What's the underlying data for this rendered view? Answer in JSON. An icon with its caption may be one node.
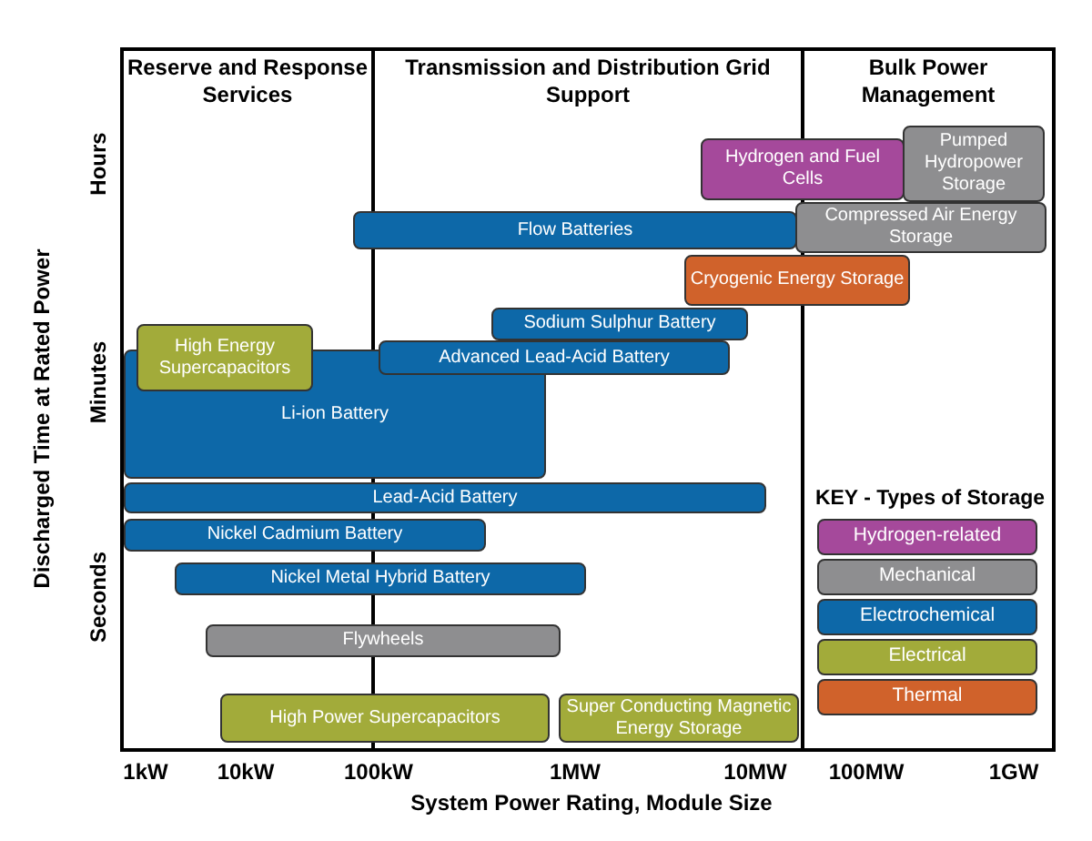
{
  "diagram": {
    "nodes": [
      {
        "text": [
          "Hydrogen and Fuel Cells"
        ]
      },
      {
        "text": [
          "Pumped Hydropower Storage"
        ]
      },
      {
        "text": [
          "Flow Batteries"
        ]
      },
      {
        "text": [
          "Compressed Air Energy Storage"
        ]
      },
      {
        "text": [
          "Cryogenic Energy Storage"
        ]
      },
      {
        "text": [
          "Sodium Sulphur Battery"
        ]
      },
      {
        "text": [
          "Li-ion Battery"
        ]
      },
      {
        "text": [
          "High Energy Supercapacitors"
        ]
      },
      {
        "text": [
          "Advanced Lead-Acid Battery"
        ]
      },
      {
        "text": [
          "Lead-Acid Battery"
        ]
      },
      {
        "text": [
          "Nickel Cadmium Battery"
        ]
      },
      {
        "text": [
          "Nickel Metal Hybrid Battery"
        ]
      },
      {
        "text": [
          "Flywheels"
        ]
      },
      {
        "text": [
          "High Power Supercapacitors"
        ]
      },
      {
        "text": [
          "Super Conducting Magnetic Energy Storage"
        ]
      }
    ],
    "labels": [
      "Reserve and Response Services",
      "Transmission and Distribution Grid Support",
      "Bulk Power Management",
      "Hours",
      "Minutes",
      "Seconds",
      "Discharged Time at Rated Power",
      "KEY - Types of Storage",
      "1kW",
      "10kW",
      "100kW",
      "1MW",
      "10MW",
      "100MW",
      "1GW",
      "System Power Rating, Module Size"
    ],
    "legend": [
      {
        "text": "Hydrogen-related",
        "color": "#a5499b"
      },
      {
        "text": "Mechanical",
        "color": "#8e8e90"
      },
      {
        "text": "Electrochemical",
        "color": "#0d68a8"
      },
      {
        "text": "Electrical",
        "color": "#a2ab3a"
      },
      {
        "text": "Thermal",
        "color": "#d0622b"
      }
    ]
  }
}
